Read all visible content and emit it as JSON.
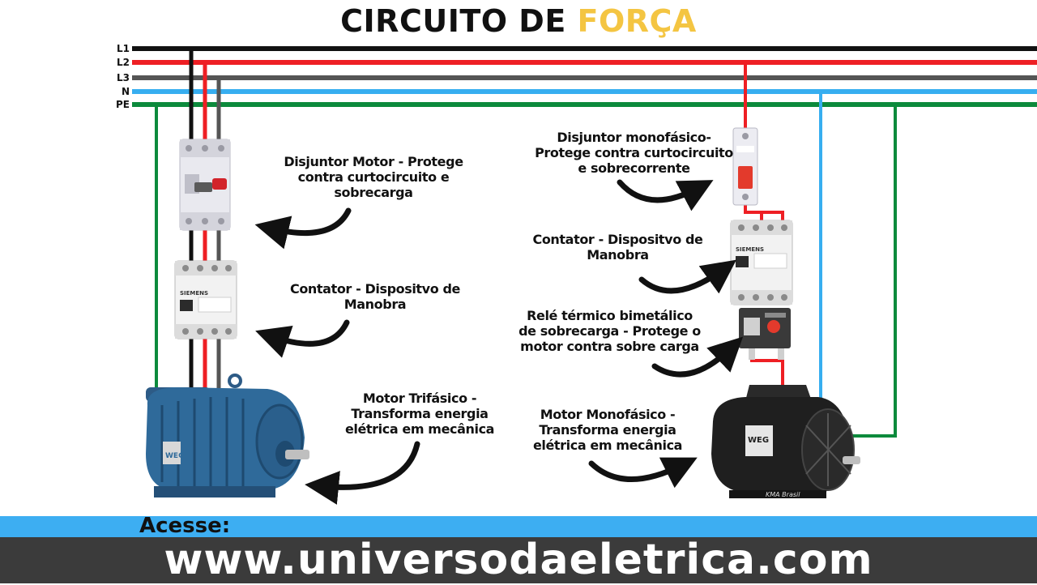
{
  "title": {
    "main": "CIRCUITO DE",
    "highlight": "FORÇA"
  },
  "colors": {
    "L1": "#111111",
    "L2": "#ee1f24",
    "L3": "#555555",
    "N": "#37aef0",
    "PE": "#0c8a3c",
    "highlight": "#f4c542",
    "band_blue": "#3daef2",
    "band_dark": "#3b3b3b"
  },
  "bus_labels": [
    "L1",
    "L2",
    "L3",
    "N",
    "PE"
  ],
  "left": {
    "breaker_label": "Disjuntor Motor - Protege contra curtocircuito e sobrecarga",
    "contactor_label": "Contator  - Dispositvo de Manobra",
    "motor_label": "Motor Trifásico - Transforma energia elétrica em mecânica",
    "contactor_brand": "SIEMENS",
    "motor_brand": "WEG"
  },
  "right": {
    "breaker_label": "Disjuntor monofásico- Protege contra curtocircuito e sobrecorrente",
    "contactor_label": "Contator  - Dispositvo de Manobra",
    "relay_label": "Relé térmico bimetálico de sobrecarga - Protege o motor contra sobre carga",
    "motor_label": "Motor Monofásico - Transforma energia elétrica em mecânica",
    "contactor_brand": "SIEMENS",
    "motor_brand": "WEG",
    "motor_caption": "KMA Brasil"
  },
  "footer": {
    "prompt": "Acesse:",
    "url": "www.universodaeletrica.com"
  },
  "icons": [
    "breaker-icon",
    "contactor-icon",
    "three-phase-motor-icon",
    "single-phase-breaker-icon",
    "thermal-relay-icon",
    "single-phase-motor-icon",
    "curved-arrow-icon"
  ]
}
